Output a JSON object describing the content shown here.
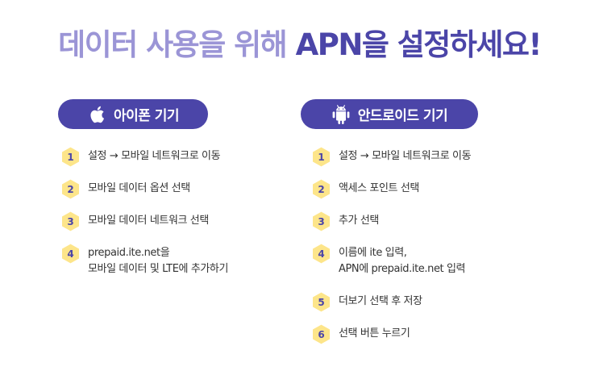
{
  "title": {
    "light_text": "데이터 사용을 위해",
    "strong_text": "APN을 설정하세요!"
  },
  "colors": {
    "primary": "#4b45a8",
    "light_purple": "#9b95d6",
    "badge_yellow": "#fde58a"
  },
  "ios": {
    "icon": "apple-icon",
    "label": "아이폰 기기",
    "steps": [
      {
        "num": "1",
        "lines": [
          "설정 → 모바일 네트워크로 이동"
        ]
      },
      {
        "num": "2",
        "lines": [
          "모바일 데이터 옵션 선택"
        ]
      },
      {
        "num": "3",
        "lines": [
          "모바일 데이터 네트워크 선택"
        ]
      },
      {
        "num": "4",
        "lines": [
          "prepaid.ite.net을",
          "모바일 데이터 및 LTE에 추가하기"
        ]
      }
    ]
  },
  "android": {
    "icon": "android-icon",
    "label": "안드로이드 기기",
    "steps": [
      {
        "num": "1",
        "lines": [
          "설정 → 모바일 네트워크로 이동"
        ]
      },
      {
        "num": "2",
        "lines": [
          "액세스 포인트 선택"
        ]
      },
      {
        "num": "3",
        "lines": [
          "추가 선택"
        ]
      },
      {
        "num": "4",
        "lines": [
          "이름에 ite 입력,",
          "APN에 prepaid.ite.net 입력"
        ]
      },
      {
        "num": "5",
        "lines": [
          "더보기 선택 후 저장"
        ]
      },
      {
        "num": "6",
        "lines": [
          "선택 버튼 누르기"
        ]
      }
    ]
  }
}
